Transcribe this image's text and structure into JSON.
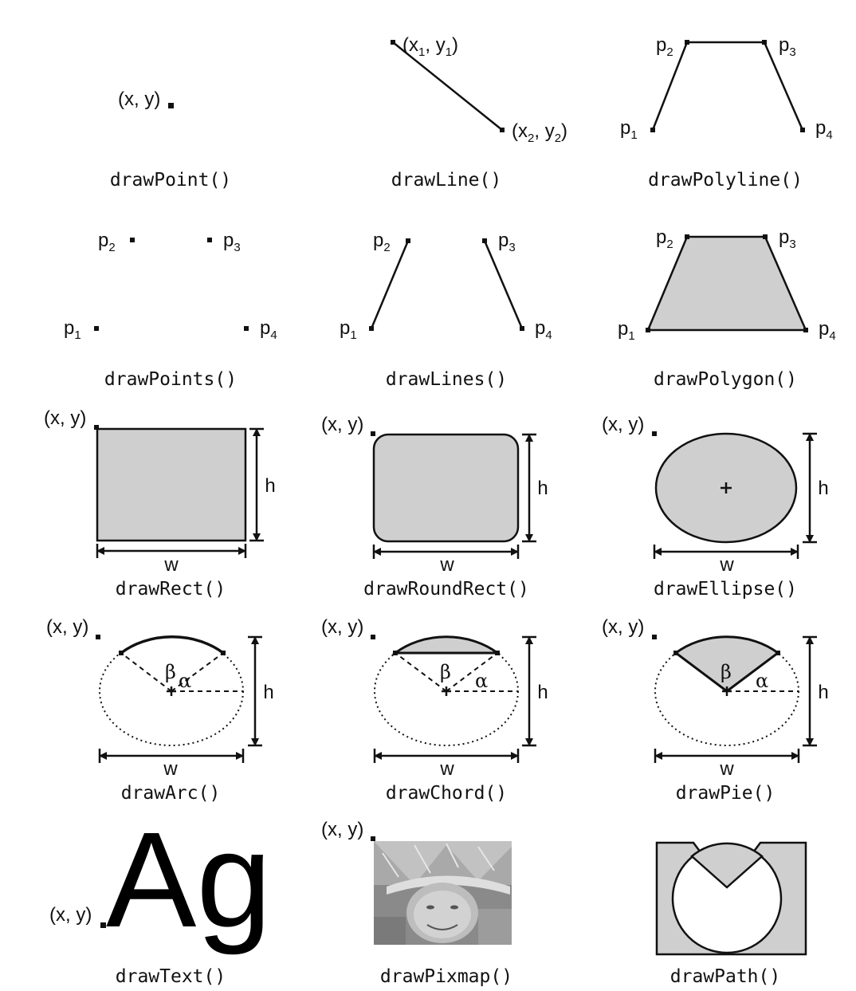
{
  "labels": {
    "xy": "(x, y)",
    "x": "x",
    "y": "y",
    "p": "p",
    "one": "1",
    "two": "2",
    "three": "3",
    "four": "4",
    "w": "w",
    "h": "h",
    "beta": "β",
    "alpha": "α",
    "ag": "Ag",
    "comma": ",",
    "open_paren": "(",
    "close_paren": ")"
  },
  "functions": {
    "drawPoint": "drawPoint()",
    "drawLine": "drawLine()",
    "drawPolyline": "drawPolyline()",
    "drawPoints": "drawPoints()",
    "drawLines": "drawLines()",
    "drawPolygon": "drawPolygon()",
    "drawRect": "drawRect()",
    "drawRoundRect": "drawRoundRect()",
    "drawEllipse": "drawEllipse()",
    "drawArc": "drawArc()",
    "drawChord": "drawChord()",
    "drawPie": "drawPie()",
    "drawText": "drawText()",
    "drawPixmap": "drawPixmap()",
    "drawPath": "drawPath()"
  },
  "colors": {
    "fill": "#cfcfcf",
    "stroke": "#111111",
    "background": "#ffffff"
  }
}
